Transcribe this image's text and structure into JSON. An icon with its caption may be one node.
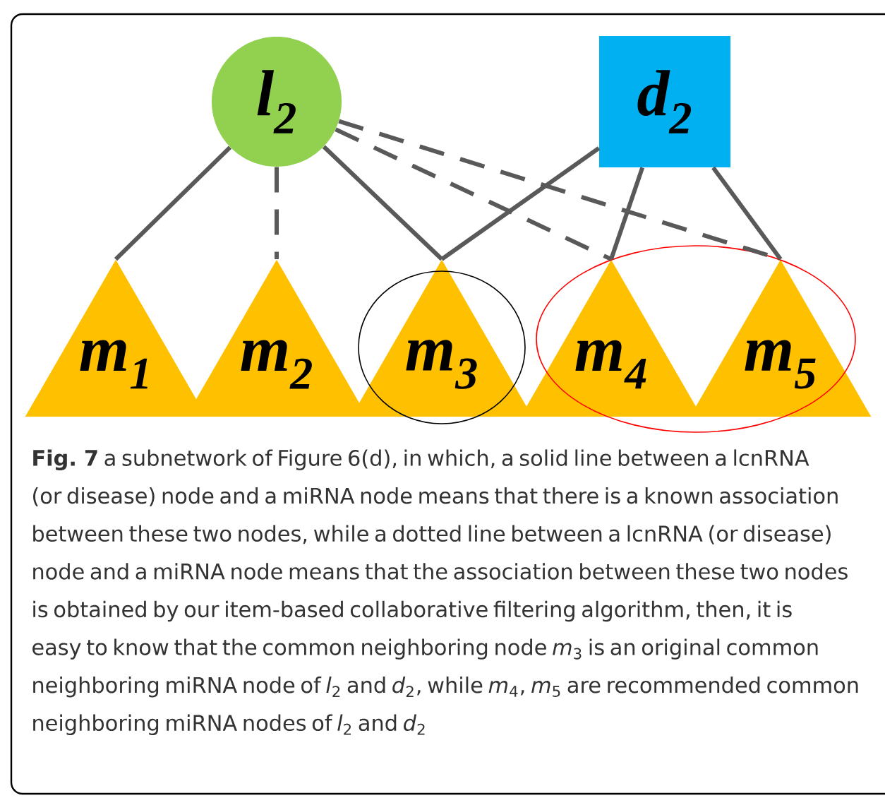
{
  "diagram": {
    "caption": "**Fig. 7** a subnetwork of Figure 6(d), in which, a solid line between a lcnRNA (or disease) node and a miRNA node means that there is a known association between these two nodes, while a dotted line between a lcnRNA (or disease) node and a miRNA node means that the association between these two nodes is obtained by our item-based collaborative filtering algorithm, then, it is easy to know that the common neighboring node *m*$_{3}$ is an original common neighboring miRNA node of *l*$_{2}$ and *d*$_{2}$, while *m*$_{4}$, *m*$_{5}$ are recommended common neighboring miRNA nodes of *l*$_{2}$ and *d*$_{2}$",
    "nodes": [
      {
        "text": [
          "l$_{2}$"
        ]
      },
      {
        "text": [
          "d$_{2}$"
        ]
      },
      {
        "text": [
          "m$_{1}$"
        ]
      },
      {
        "text": [
          "m$_{2}$"
        ]
      },
      {
        "text": [],
        "shape": "circle"
      },
      {
        "text": [
          "m$_{3}$"
        ],
        "in": 4
      },
      {
        "text": [],
        "shape": "ellipse"
      },
      {
        "text": [
          "m$_{4}$"
        ],
        "in": 6
      },
      {
        "text": [
          "m$_{5}$"
        ],
        "in": 6
      }
    ],
    "edges": [
      {
        "from": 0,
        "to": 2,
        "arrow": "none"
      },
      {
        "from": 0,
        "to": 3,
        "arrow": "none",
        "style": "dashed"
      },
      {
        "from": 0,
        "to": 5,
        "arrow": "none"
      },
      {
        "from": 0,
        "to": 7,
        "arrow": "none",
        "style": "dashed"
      },
      {
        "from": 0,
        "to": 8,
        "arrow": "none",
        "style": "dashed"
      },
      {
        "from": 1,
        "to": 5,
        "arrow": "none"
      },
      {
        "from": 1,
        "to": 7,
        "arrow": "none"
      },
      {
        "from": 1,
        "to": 8,
        "arrow": "none"
      }
    ]
  }
}
